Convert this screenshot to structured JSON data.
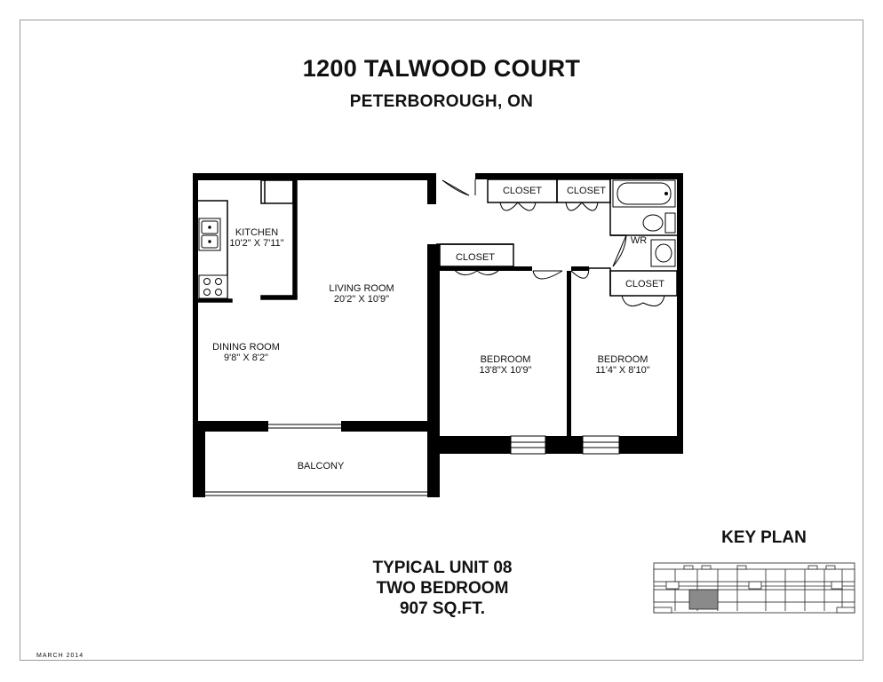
{
  "header": {
    "title": "1200 TALWOOD COURT",
    "subtitle": "PETERBOROUGH, ON"
  },
  "rooms": {
    "kitchen": {
      "name": "KITCHEN",
      "size": "10'2\" X 7'11\""
    },
    "living": {
      "name": "LIVING ROOM",
      "size": "20'2\" X 10'9\""
    },
    "dining": {
      "name": "DINING ROOM",
      "size": "9'8\" X 8'2\""
    },
    "balcony": {
      "name": "BALCONY"
    },
    "bedroom1": {
      "name": "BEDROOM",
      "size": "13'8\"X 10'9\""
    },
    "bedroom2": {
      "name": "BEDROOM",
      "size": "11'4\" X 8'10\""
    },
    "washroom": {
      "name": "WR"
    },
    "closet_label": "CLOSET"
  },
  "unit": {
    "line1": "TYPICAL UNIT 08",
    "line2": "TWO BEDROOM",
    "line3": "907 SQ.FT."
  },
  "keyplan": {
    "title": "KEY PLAN"
  },
  "footer": {
    "date": "MARCH 2014"
  }
}
